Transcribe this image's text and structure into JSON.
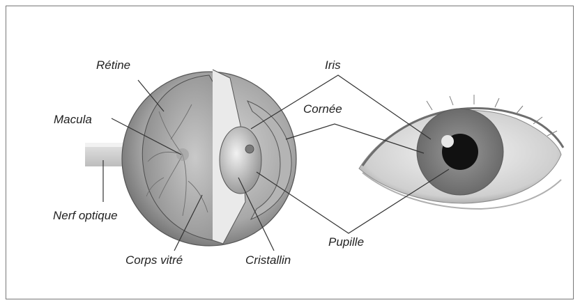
{
  "labels": {
    "retine": "Rétine",
    "macula": "Macula",
    "nerf_optique": "Nerf optique",
    "corps_vitre": "Corps vitré",
    "cristallin": "Cristallin",
    "iris": "Iris",
    "cornee": "Cornée",
    "pupille": "Pupille"
  }
}
